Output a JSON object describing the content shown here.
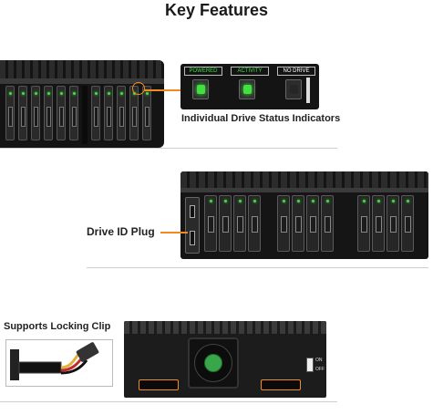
{
  "title": "Key Features",
  "section1": {
    "caption": "Individual Drive Status Indicators",
    "indicators": [
      {
        "label": "POWERED",
        "label_color": "#3fe03f",
        "glow": "#3fe03f"
      },
      {
        "label": "ACTIVITY",
        "label_color": "#3fe03f",
        "glow": "#3fe03f"
      },
      {
        "label": "NO DRIVE",
        "label_color": "#ffffff",
        "glow": "#262626"
      }
    ]
  },
  "section2": {
    "caption": "Drive ID Plug"
  },
  "section3": {
    "caption": "Supports Locking Clip",
    "switch_labels": [
      "ON",
      "OFF"
    ]
  },
  "colors": {
    "accent": "#f28a1e",
    "led": "#3ee23e",
    "fan_hub": "#3aa64a"
  }
}
